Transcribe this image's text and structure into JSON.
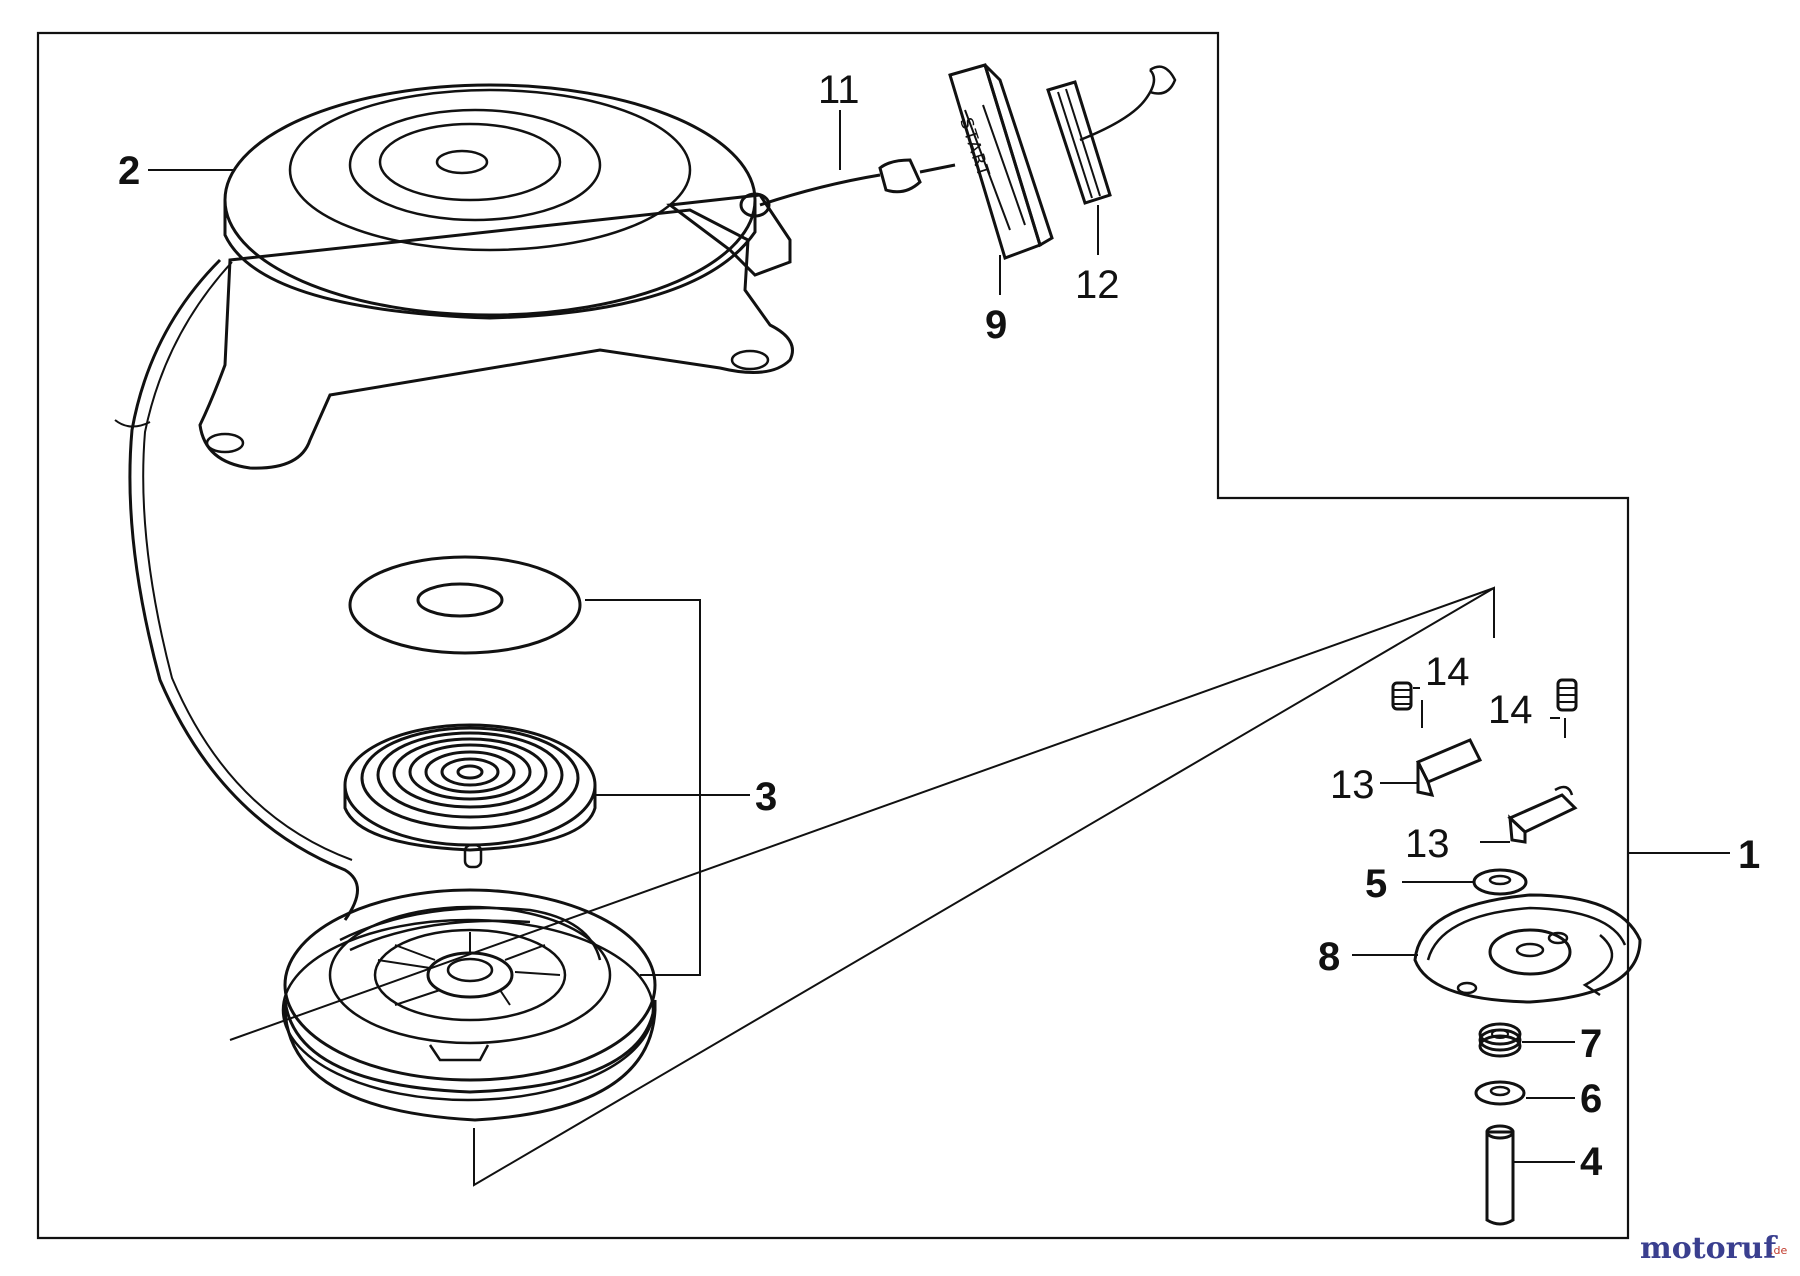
{
  "diagram": {
    "callouts": {
      "c1": "1",
      "c2": "2",
      "c3": "3",
      "c4": "4",
      "c5": "5",
      "c6": "6",
      "c7": "7",
      "c8": "8",
      "c9": "9",
      "c11": "11",
      "c12": "12",
      "c13a": "13",
      "c13b": "13",
      "c14a": "14",
      "c14b": "14"
    },
    "handle_text": "START"
  },
  "watermark": {
    "brand": "motoruf",
    "suffix": ".de",
    "brand_color": "#3a3f8f",
    "suffix_color": "#c0392b"
  }
}
